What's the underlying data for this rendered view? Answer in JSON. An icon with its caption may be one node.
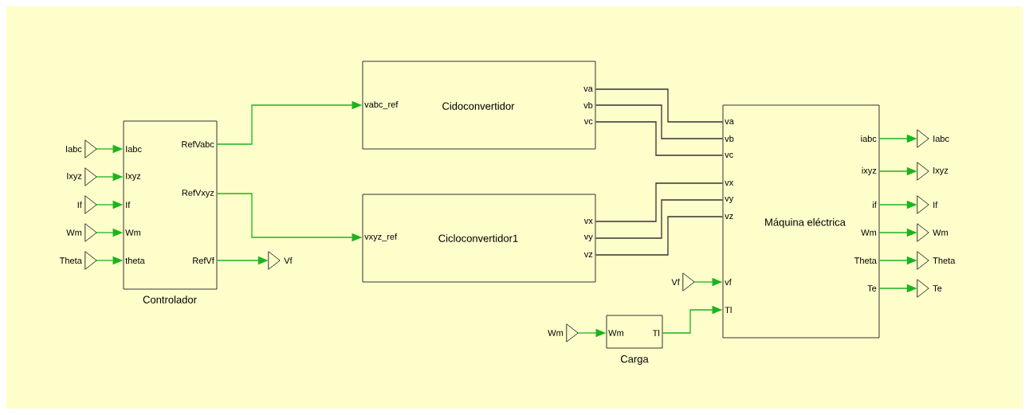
{
  "diagram": {
    "nodes": [
      {
        "text": [
          "Controlador",
          "Iabc",
          "Ixyz",
          "If",
          "Wm",
          "theta",
          "RefVabc",
          "RefVxyz",
          "RefVf"
        ]
      },
      {
        "text": [
          "Cidoconvertidor",
          "vabc_ref",
          "va",
          "vb",
          "vc"
        ]
      },
      {
        "text": [
          "Cicloconvertidor1",
          "vxyz_ref",
          "vx",
          "vy",
          "vz"
        ]
      },
      {
        "text": [
          "Máquina eléctrica",
          "va",
          "vb",
          "vc",
          "vx",
          "vy",
          "vz",
          "vf",
          "Tl",
          "iabc",
          "ixyz",
          "if",
          "Wm",
          "Theta",
          "Te"
        ]
      },
      {
        "text": [
          "Wm",
          "Tl",
          "Carga"
        ]
      },
      {
        "text": [],
        "shape": "triangle",
        "beside": [
          "Iabc"
        ]
      },
      {
        "text": [],
        "shape": "triangle",
        "beside": [
          "Ixyz"
        ]
      },
      {
        "text": [],
        "shape": "triangle",
        "beside": [
          "If"
        ]
      },
      {
        "text": [],
        "shape": "triangle",
        "beside": [
          "Wm"
        ]
      },
      {
        "text": [],
        "shape": "triangle",
        "beside": [
          "Theta"
        ]
      },
      {
        "text": [],
        "shape": "triangle",
        "beside": [
          "Vf"
        ]
      },
      {
        "text": [],
        "shape": "triangle",
        "beside": [
          "Vf"
        ]
      },
      {
        "text": [],
        "shape": "triangle",
        "beside": [
          "Wm"
        ]
      },
      {
        "text": [],
        "shape": "triangle",
        "beside": [
          "Iabc"
        ]
      },
      {
        "text": [],
        "shape": "triangle",
        "beside": [
          "Ixyz"
        ]
      },
      {
        "text": [],
        "shape": "triangle",
        "beside": [
          "If"
        ]
      },
      {
        "text": [],
        "shape": "triangle",
        "beside": [
          "Wm"
        ]
      },
      {
        "text": [],
        "shape": "triangle",
        "beside": [
          "Theta"
        ]
      },
      {
        "text": [],
        "shape": "triangle",
        "beside": [
          "Te"
        ]
      }
    ],
    "edges": [
      {
        "from": 5,
        "to": 0,
        "arrow": "to"
      },
      {
        "from": 6,
        "to": 0,
        "arrow": "to"
      },
      {
        "from": 7,
        "to": 0,
        "arrow": "to"
      },
      {
        "from": 8,
        "to": 0,
        "arrow": "to"
      },
      {
        "from": 9,
        "to": 0,
        "arrow": "to"
      },
      {
        "from": 0,
        "to": 1,
        "arrow": "to"
      },
      {
        "from": 0,
        "to": 2,
        "arrow": "to"
      },
      {
        "from": 0,
        "to": 10,
        "arrow": "to"
      },
      {
        "from": 1,
        "to": 3,
        "arrow": "none",
        "color": "#333333"
      },
      {
        "from": 1,
        "to": 3,
        "arrow": "none",
        "color": "#333333"
      },
      {
        "from": 1,
        "to": 3,
        "arrow": "none",
        "color": "#333333"
      },
      {
        "from": 2,
        "to": 3,
        "arrow": "none",
        "color": "#333333"
      },
      {
        "from": 2,
        "to": 3,
        "arrow": "none",
        "color": "#333333"
      },
      {
        "from": 2,
        "to": 3,
        "arrow": "none",
        "color": "#333333"
      },
      {
        "from": 11,
        "to": 3,
        "arrow": "to"
      },
      {
        "from": 12,
        "to": 4,
        "arrow": "to"
      },
      {
        "from": 4,
        "to": 3,
        "arrow": "to"
      },
      {
        "from": 3,
        "to": 13,
        "arrow": "to"
      },
      {
        "from": 3,
        "to": 14,
        "arrow": "to"
      },
      {
        "from": 3,
        "to": 15,
        "arrow": "to"
      },
      {
        "from": 3,
        "to": 16,
        "arrow": "to"
      },
      {
        "from": 3,
        "to": 17,
        "arrow": "to"
      },
      {
        "from": 3,
        "to": 18,
        "arrow": "to"
      }
    ]
  }
}
